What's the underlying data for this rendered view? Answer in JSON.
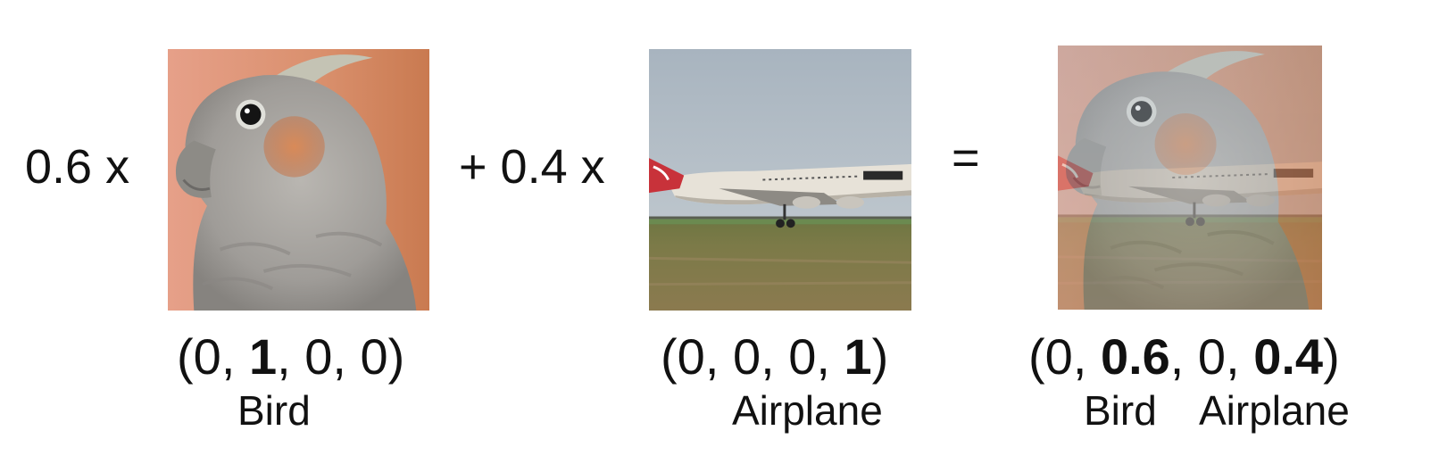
{
  "left_operand": {
    "coefficient": "0.6 x",
    "image_icon": "bird-photo",
    "vector": {
      "open": "(",
      "v1": "0",
      "sep1": ", ",
      "v2": "1",
      "sep2": ", ",
      "v3": "0",
      "sep3": ", ",
      "v4": "0",
      "close": ")"
    },
    "label": "Bird"
  },
  "right_operand": {
    "coefficient": "+ 0.4 x",
    "image_icon": "airplane-photo",
    "vector": {
      "open": "(",
      "v1": "0",
      "sep1": ", ",
      "v2": "0",
      "sep2": ", ",
      "v3": "0",
      "sep3": ", ",
      "v4": "1",
      "close": ")"
    },
    "label": "Airplane"
  },
  "equals": "=",
  "result": {
    "image_icon": "mixed-bird-airplane-photo",
    "vector": {
      "open": "(",
      "v1": "0",
      "sep1": ", ",
      "v2": "0.6",
      "sep2": ", ",
      "v3": "0",
      "sep3": ", ",
      "v4": "0.4",
      "close": ")"
    },
    "label_a": "Bird",
    "label_b": "Airplane"
  }
}
